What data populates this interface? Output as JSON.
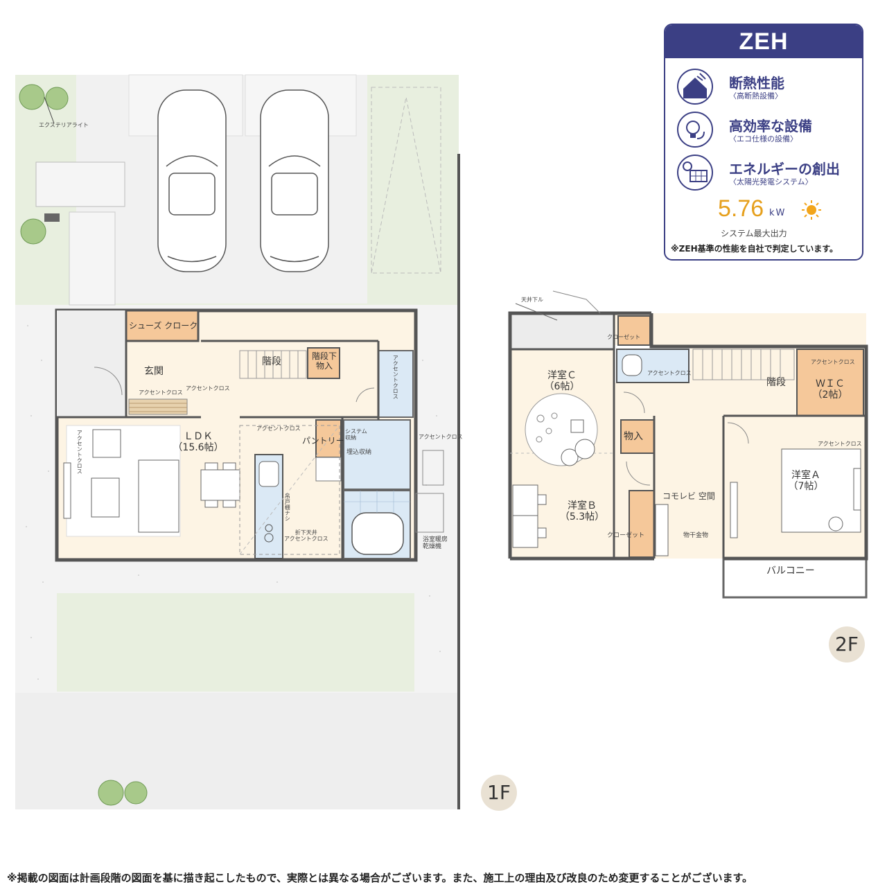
{
  "zeh": {
    "header": "ZEH",
    "items": [
      {
        "title": "断熱性能",
        "sub": "〈高断熱設備〉",
        "icon": "house-insulation-icon"
      },
      {
        "title": "高効率な設備",
        "sub": "〈エコ仕様の設備〉",
        "icon": "eco-bulb-icon"
      },
      {
        "title": "エネルギーの創出",
        "sub": "〈太陽光発電システム〉",
        "icon": "solar-panel-icon"
      }
    ],
    "output_value": "5.76",
    "output_unit": "kW",
    "output_caption": "システム最大出力",
    "note": "※ZEH基準の性能を自社で判定しています。"
  },
  "floor1": {
    "badge": "1F",
    "exterior_light": "エクステリアライト",
    "shoe_closet": "シューズ クローク",
    "entrance": "玄関",
    "stairs": "階段",
    "under_stair_storage": "階段下\n物入",
    "accent_cloth": "アクセントクロス",
    "ldk": "ＬＤＫ\n（15.6帖）",
    "pantry": "パントリー",
    "system_storage": "システム\n収納",
    "built_in_storage": "埋込収納",
    "hanging_cabinet": "吊戸棚ナシ",
    "lowered_ceiling": "折下天井\nアクセントクロス",
    "bath_dryer": "浴室暖房\n乾燥機"
  },
  "floor2": {
    "badge": "2F",
    "ceiling_lower": "天井下ル",
    "closet": "クローゼット",
    "room_c": "洋室Ｃ\n（6帖）",
    "room_b": "洋室Ｂ\n（5.3帖）",
    "room_a": "洋室Ａ\n（7帖）",
    "storage": "物入",
    "stairs": "階段",
    "wic": "ＷＩＣ\n（2帖）",
    "accent_cloth": "アクセントクロス",
    "komorebi": "コモレビ 空間",
    "laundry_hanger": "物干金物",
    "balcony": "バルコニー"
  },
  "footer": "※掲載の図面は計画段階の図面を基に描き起こしたもので、実際とは異なる場合がございます。また、施工上の理由及び改良のため変更することがございます。",
  "colors": {
    "zeh_navy": "#3b3f84",
    "output_orange": "#e6a01d",
    "storage_orange": "#f5c89a",
    "room_cream": "#fdf4e4",
    "wet_blue": "#dbe9f5",
    "garden_green": "#e8efdf",
    "paving_grey": "#eeeeee"
  }
}
